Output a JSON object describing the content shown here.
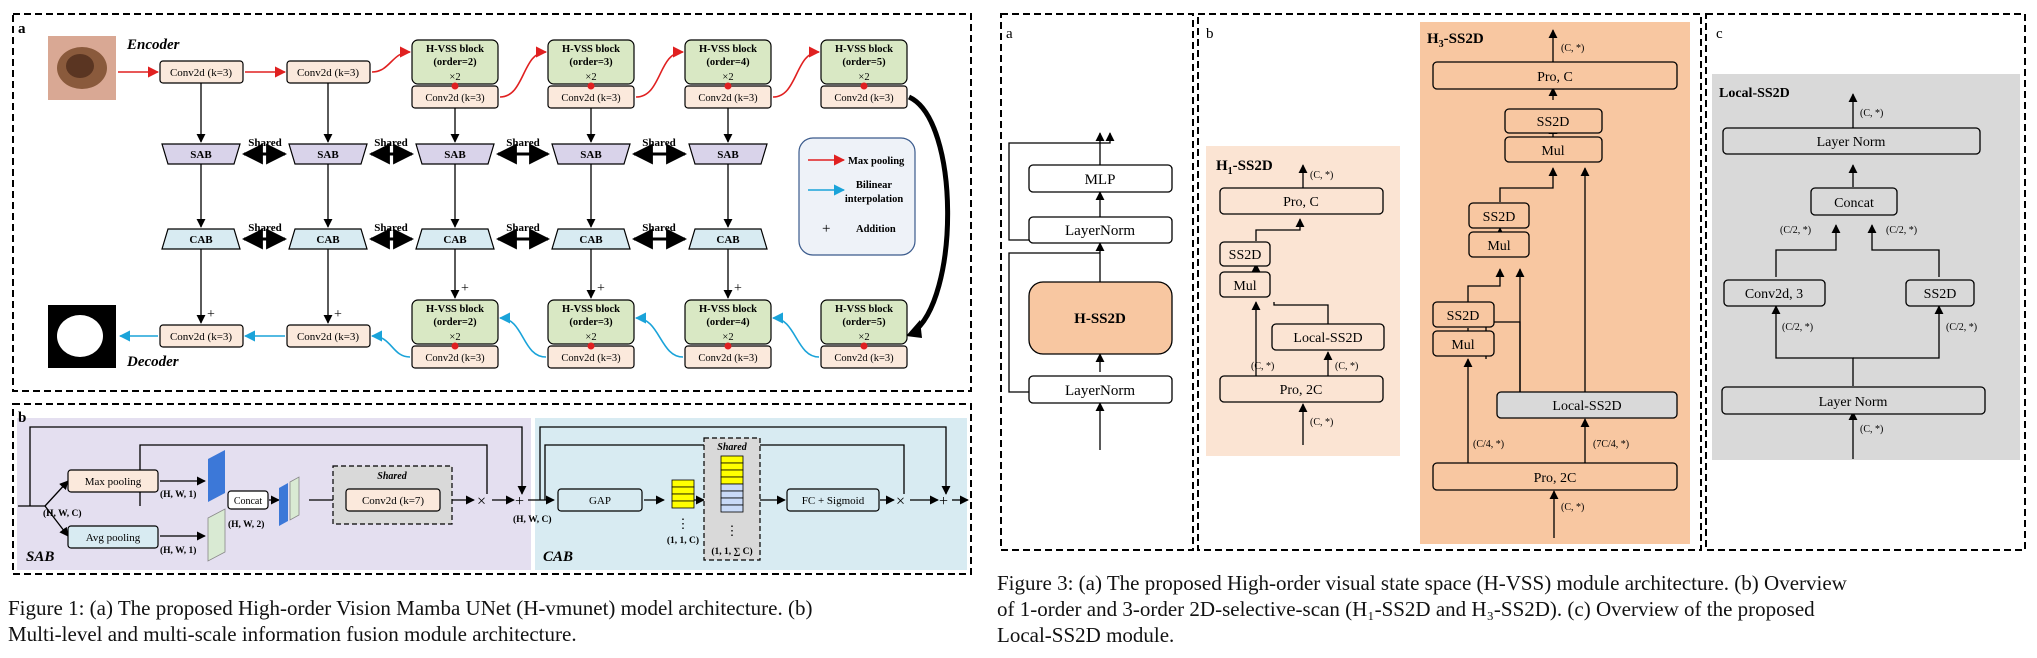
{
  "fig1": {
    "panel_a": "a",
    "panel_b": "b",
    "encoder": "Encoder",
    "decoder": "Decoder",
    "conv3": "Conv2d (k=3)",
    "hvss_title": "H-VSS block",
    "orders": [
      "(order=2)",
      "(order=3)",
      "(order=4)",
      "(order=5)"
    ],
    "x2": "×2",
    "sab": "SAB",
    "cab": "CAB",
    "shared": "Shared",
    "plus": "+",
    "legend": {
      "max_pool": "Max pooling",
      "bilinear_1": "Bilinear",
      "bilinear_2": "interpolation",
      "addition": "Addition",
      "plus": "+"
    },
    "b": {
      "max_pool": "Max pooling",
      "avg_pool": "Avg pooling",
      "hwc": "(H, W, C)",
      "hw1": "(H, W, 1)",
      "concat": "Concat",
      "hw2": "(H, W, 2)",
      "shared": "Shared",
      "conv7": "Conv2d (k=7)",
      "times": "×",
      "plus": "+",
      "gap": "GAP",
      "c11": "(1, 1, C)",
      "c11sum": "(1, 1, ∑ C)",
      "dots": "⋮",
      "fc": "FC + Sigmoid",
      "sab_label": "SAB",
      "cab_label": "CAB"
    },
    "caption_1": "Figure 1:  (a) The proposed High-order Vision Mamba UNet (H-vmunet) model architecture.  (b)",
    "caption_2": "Multi-level and multi-scale information fusion module architecture."
  },
  "fig3": {
    "panel_a": "a",
    "panel_b": "b",
    "panel_c": "c",
    "mlp": "MLP",
    "layernorm": "LayerNorm",
    "hss2d": "H-SS2D",
    "h1_title": "H",
    "h1_sub": "1",
    "h3_title": "H",
    "h3_sub": "3",
    "ss2d_suffix": "-SS2D",
    "pro_c": "Pro, C",
    "pro_2c": "Pro, 2C",
    "ss2d": "SS2D",
    "mul": "Mul",
    "local_ss2d": "Local-SS2D",
    "c_star": "(C, *)",
    "c4": "(C/4, *)",
    "c74": "(7C/4, *)",
    "layer_norm": "Layer Norm",
    "concat": "Concat",
    "conv2d3": "Conv2d, 3",
    "c2": "(C/2, *)",
    "caption_1": "Figure 3:  (a) The proposed High-order visual state space (H-VSS) module architecture.  (b) Overview",
    "caption_2": "of 1-order and 3-order 2D-selective-scan (H₁-SS2D and H₃-SS2D).  (c) Overview of the proposed",
    "caption_3": "Local-SS2D module."
  },
  "colors": {
    "conv": "#fbe9dc",
    "hvss": "#d9e8c4",
    "sab": "#d9d3ea",
    "cab": "#d8ebf2",
    "red": "#e02020",
    "blue": "#1aa3d9",
    "orange_light": "#fbe4d3",
    "orange": "#f8c7a1",
    "gray": "#d9d9d9",
    "box_gray": "#e6e6e6"
  }
}
